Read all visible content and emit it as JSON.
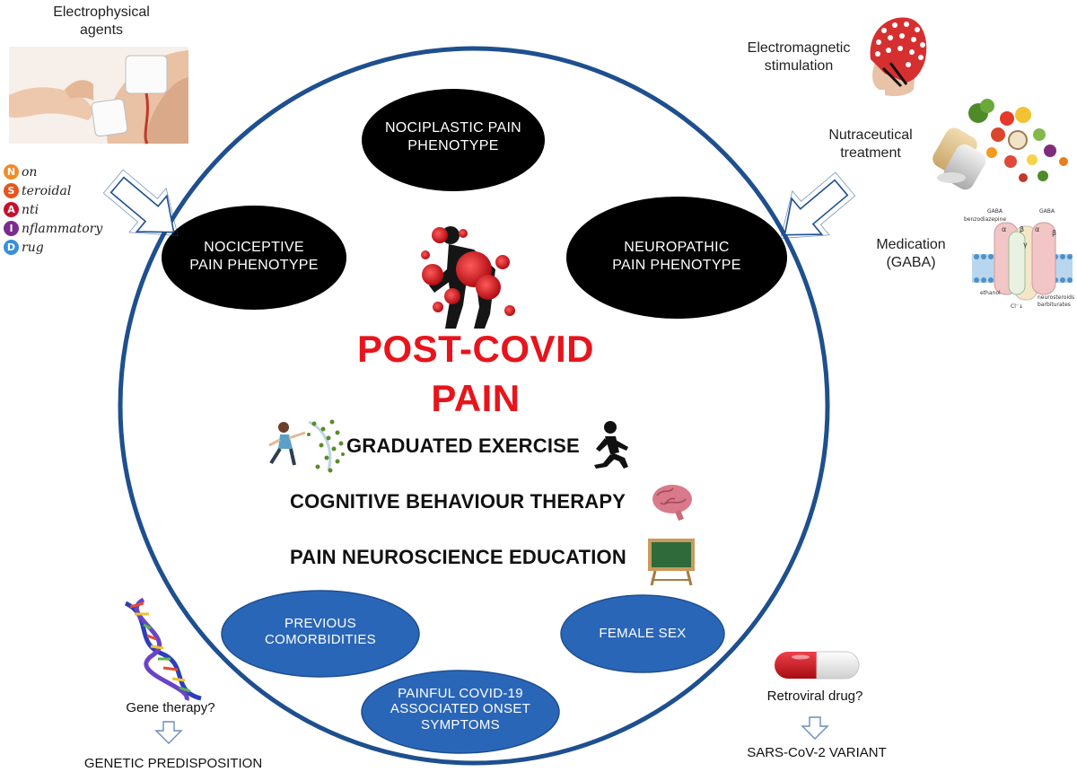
{
  "colors": {
    "circle": "#1e4f8f",
    "blue_ellipse": "#2a66b8",
    "black_ellipse": "#000000",
    "title_red": "#e8141c",
    "virus_red": "#d8141c"
  },
  "treatments_left": {
    "electrophysical": "Electrophysical\nagents",
    "nsaid": [
      {
        "letter": "N",
        "rest": "on",
        "color": "#f28c28"
      },
      {
        "letter": "S",
        "rest": "teroidal",
        "color": "#e8541c"
      },
      {
        "letter": "A",
        "rest": "nti",
        "color": "#c8102e"
      },
      {
        "letter": "I",
        "rest": "nflammatory",
        "color": "#7b2b8f"
      },
      {
        "letter": "D",
        "rest": "rug",
        "color": "#3a8fd8"
      }
    ]
  },
  "treatments_right": {
    "electromagnetic": "Electromagnetic\nstimulation",
    "nutraceutical": "Nutraceutical\ntreatment",
    "medication": "Medication\n(GABA)",
    "receptor_labels": {
      "gaba_left": "GABA",
      "gaba_right": "GABA",
      "benzodiazepine": "benzodiazepine",
      "alpha1": "α",
      "beta1": "β",
      "gamma": "γ",
      "alpha2": "α",
      "beta2": "β",
      "ethanol": "ethanol",
      "chloride": "Cl⁻↓",
      "neurosteroids": "neurosteroids",
      "barbiturates": "barbiturates"
    }
  },
  "phenotypes": {
    "nociplastic": "NOCIPLASTIC PAIN\nPHENOTYPE",
    "nociceptive": "NOCICEPTIVE\nPAIN PHENOTYPE",
    "neuropathic": "NEUROPATHIC\nPAIN PHENOTYPE"
  },
  "title": "POST-COVID\nPAIN",
  "therapies": {
    "exercise": "GRADUATED EXERCISE",
    "cbt": "COGNITIVE BEHAVIOUR THERAPY",
    "pne": "PAIN NEUROSCIENCE EDUCATION"
  },
  "risk_factors": {
    "comorbidities": "PREVIOUS\nCOMORBIDITIES",
    "female": "FEMALE SEX",
    "onset": "PAINFUL COVID-19\nASSOCIATED ONSET\nSYMPTOMS"
  },
  "bottom_left": {
    "question": "Gene therapy?",
    "factor": "GENETIC PREDISPOSITION"
  },
  "bottom_right": {
    "question": "Retroviral drug?",
    "factor": "SARS-CoV-2 VARIANT"
  }
}
